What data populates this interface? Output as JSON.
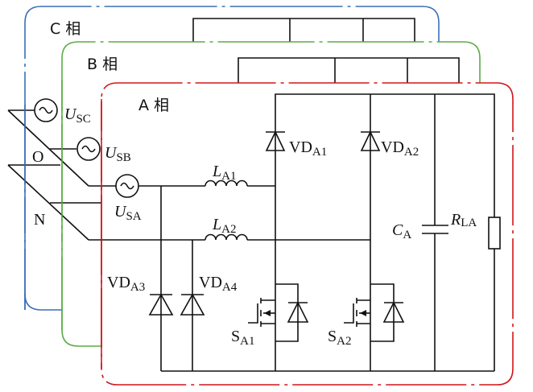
{
  "diagram": {
    "phases": [
      {
        "id": "C",
        "label": "C 相",
        "color": "#3a6fb8"
      },
      {
        "id": "B",
        "label": "B 相",
        "color": "#5aab46"
      },
      {
        "id": "A",
        "label": "A 相",
        "color": "#d0161b"
      }
    ],
    "nodes": {
      "O": "O",
      "N": "N"
    },
    "sources": [
      {
        "main": "U",
        "sub": "SC"
      },
      {
        "main": "U",
        "sub": "SB"
      },
      {
        "main": "U",
        "sub": "SA"
      }
    ],
    "inductors": [
      {
        "main": "L",
        "sub": "A1"
      },
      {
        "main": "L",
        "sub": "A2"
      }
    ],
    "diodes": [
      {
        "main": "VD",
        "sub": "A1"
      },
      {
        "main": "VD",
        "sub": "A2"
      },
      {
        "main": "VD",
        "sub": "A3"
      },
      {
        "main": "VD",
        "sub": "A4"
      }
    ],
    "switches": [
      {
        "main": "S",
        "sub": "A1"
      },
      {
        "main": "S",
        "sub": "A2"
      }
    ],
    "capacitor": {
      "main": "C",
      "sub": "A"
    },
    "resistor": {
      "main": "R",
      "sub": "LA"
    }
  }
}
